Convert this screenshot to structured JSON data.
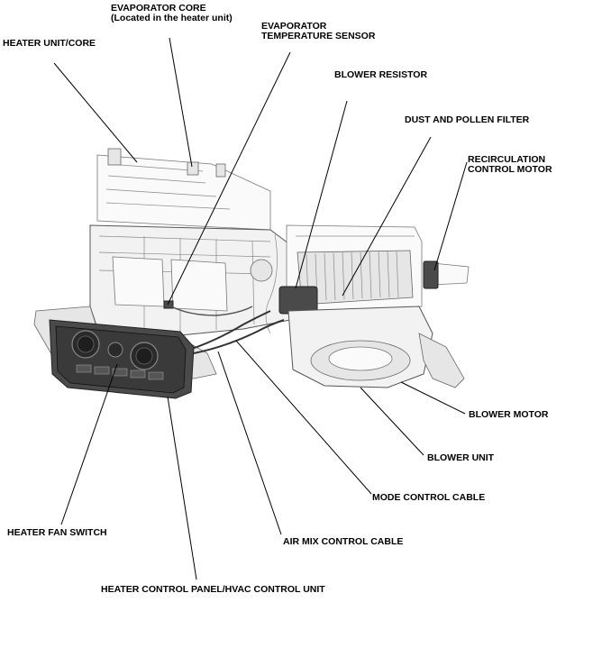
{
  "labels": {
    "evaporator_core_line1": "EVAPORATOR CORE",
    "evaporator_core_line2": "(Located in the heater unit)",
    "heater_unit_core": "HEATER UNIT/CORE",
    "evap_temp_sensor_line1": "EVAPORATOR",
    "evap_temp_sensor_line2": "TEMPERATURE SENSOR",
    "blower_resistor": "BLOWER RESISTOR",
    "dust_pollen_filter": "DUST AND POLLEN FILTER",
    "recirc_motor_line1": "RECIRCULATION",
    "recirc_motor_line2": "CONTROL MOTOR",
    "blower_motor": "BLOWER MOTOR",
    "blower_unit": "BLOWER UNIT",
    "mode_control_cable": "MODE CONTROL CABLE",
    "heater_fan_switch": "HEATER FAN SWITCH",
    "air_mix_control_cable": "AIR MIX CONTROL CABLE",
    "heater_control_panel": "HEATER CONTROL PANEL/HVAC CONTROL UNIT"
  }
}
